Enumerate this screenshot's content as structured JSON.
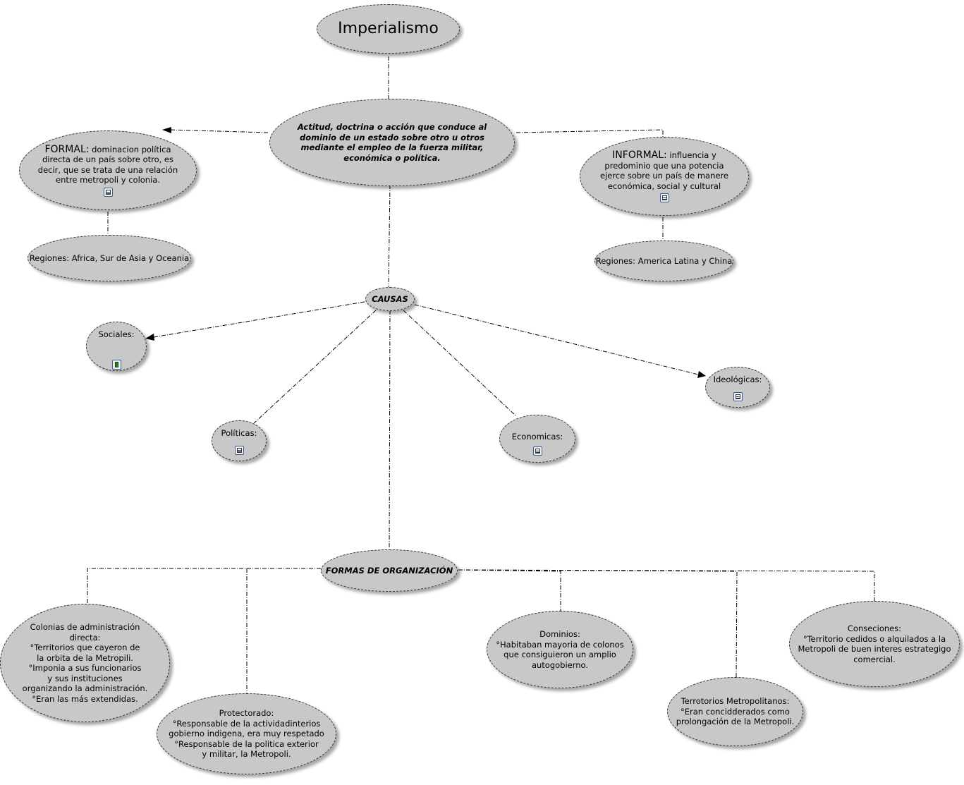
{
  "nodes": {
    "imperialismo": "Imperialismo",
    "definicion": "Actitud, doctrina o acción que conduce al dominio de un estado sobre otro u otros mediante el empleo de la fuerza militar, económica o política.",
    "formal": {
      "heading": "FORMAL:",
      "text": " dominacion política directa de un país sobre otro, es decir, que se trata de una relación entre metropoli y colonia."
    },
    "informal": {
      "heading": "INFORMAL:",
      "text": " influencia y predominio que una potencia ejerce sobre un país de manere económica, social y cultural"
    },
    "regiones_formal": "Regiones: Africa, Sur de Asia y Oceania",
    "regiones_informal": "Regiones: America Latina y China",
    "causas": "CAUSAS",
    "sociales": "Sociales:",
    "ideologicas": "Ideológicas:",
    "politicas": "Políticas:",
    "economicas": "Economicas:",
    "formas": "FORMAS DE ORGANIZACIÓN",
    "colonias": "Colonias de administración\ndirecta:\n°Territorios que cayeron de\nla orbita de la Metropili.\n°Imponia a sus funcionarios\ny sus instituciones\norganizando la administración.\n°Eran las más extendidas.",
    "protectorado": "Protectorado:\n°Responsable de la actividadinterios\ngobierno indigena, era muy respetado\n°Responsable de la politica exterior\ny militar, la Metropoli.",
    "dominios": "Dominios:\n°Habitaban mayoria de colonos\nque consiguieron un amplio\nautogobierno.",
    "territorios": "Terrotorios Metropolitanos:\n°Eran concidderados como\nprolongación de la Metropoli.",
    "conseciones": "Conseciones:\n°Territorio cedidos o alquilados a la\nMetropoli de buen interes estrategigo\ncomercial."
  },
  "icons": {
    "document": "document-icon",
    "video": "video-icon"
  }
}
